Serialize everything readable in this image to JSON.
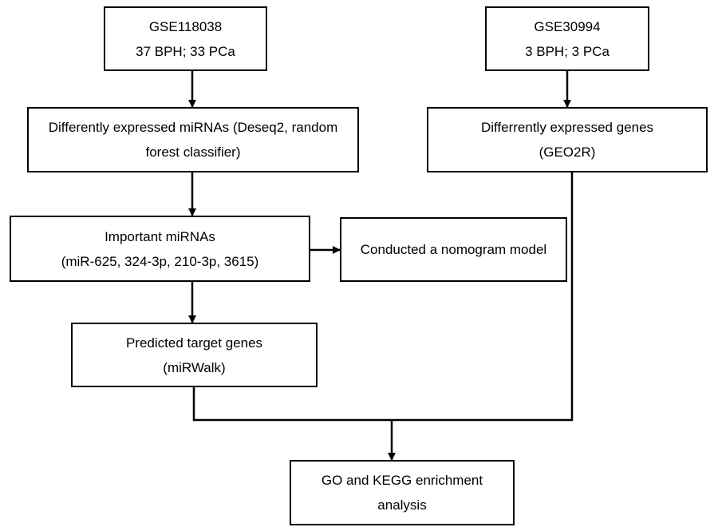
{
  "nodes": {
    "gse118038": {
      "lines": [
        "GSE118038",
        "37 BPH; 33 PCa"
      ]
    },
    "gse30994": {
      "lines": [
        "GSE30994",
        "3 BPH; 3 PCa"
      ]
    },
    "de_mirnas": {
      "lines": [
        "Differently expressed miRNAs (Deseq2, random",
        "forest classifier)"
      ]
    },
    "de_genes": {
      "lines": [
        "Differrently expressed genes",
        "(GEO2R)"
      ]
    },
    "important_mirnas": {
      "lines": [
        "Important miRNAs",
        "(miR-625, 324-3p, 210-3p, 3615)"
      ]
    },
    "nomogram": {
      "lines": [
        "Conducted a nomogram model"
      ]
    },
    "predicted_targets": {
      "lines": [
        "Predicted target genes",
        "(miRWalk)"
      ]
    },
    "enrichment": {
      "lines": [
        "GO and KEGG enrichment",
        "analysis"
      ]
    }
  },
  "edges": [
    {
      "from": "gse118038",
      "to": "de_mirnas"
    },
    {
      "from": "gse30994",
      "to": "de_genes"
    },
    {
      "from": "de_mirnas",
      "to": "important_mirnas"
    },
    {
      "from": "important_mirnas",
      "to": "nomogram"
    },
    {
      "from": "important_mirnas",
      "to": "predicted_targets"
    },
    {
      "from": "predicted_targets",
      "to": "enrichment"
    },
    {
      "from": "de_genes",
      "to": "enrichment"
    }
  ]
}
